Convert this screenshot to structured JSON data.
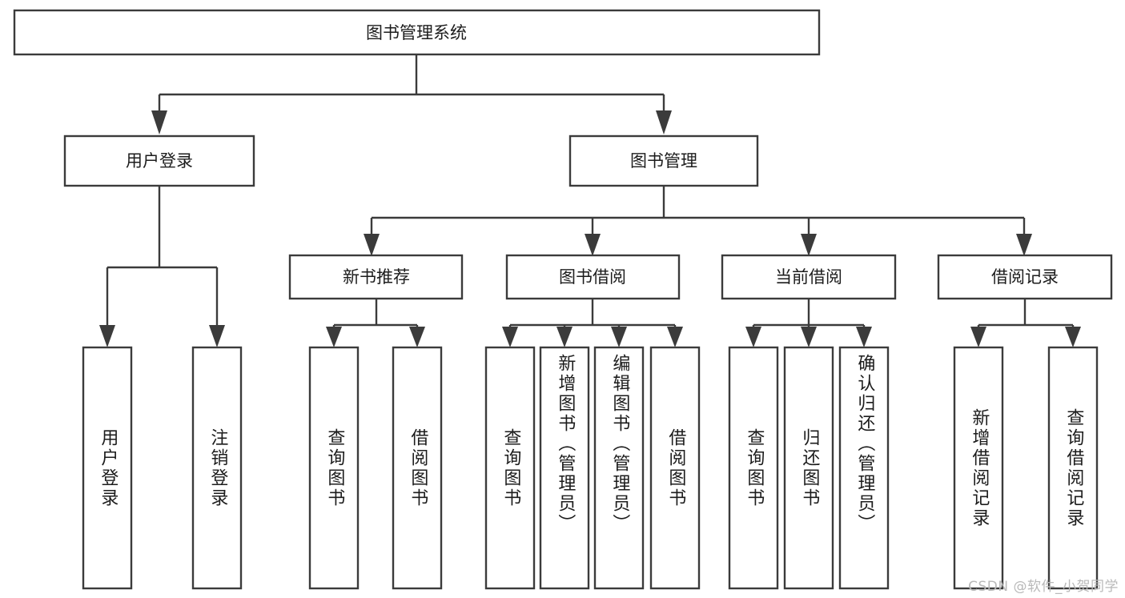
{
  "diagram": {
    "type": "tree-hierarchy-diagram",
    "title": "图书管理系统",
    "background_color": "#ffffff",
    "line_color": "#3b3b3b",
    "text_color": "#1c1c1c",
    "root": {
      "label": "图书管理系统",
      "orientation": "horizontal"
    },
    "level2": [
      {
        "label": "用户登录",
        "orientation": "horizontal"
      },
      {
        "label": "图书管理",
        "orientation": "horizontal"
      }
    ],
    "level3": [
      {
        "label": "新书推荐",
        "orientation": "horizontal"
      },
      {
        "label": "图书借阅",
        "orientation": "horizontal"
      },
      {
        "label": "当前借阅",
        "orientation": "horizontal"
      },
      {
        "label": "借阅记录",
        "orientation": "horizontal"
      }
    ],
    "leaves": {
      "user_login": [
        {
          "label": "用户登录",
          "orientation": "vertical"
        },
        {
          "label": "注销登录",
          "orientation": "vertical"
        }
      ],
      "new_book_recommend": [
        {
          "label": "查询图书",
          "orientation": "vertical"
        },
        {
          "label": "借阅图书",
          "orientation": "vertical"
        }
      ],
      "book_borrow": [
        {
          "label": "查询图书",
          "orientation": "vertical"
        },
        {
          "label": "新增图书（管理员）",
          "orientation": "vertical"
        },
        {
          "label": "编辑图书（管理员）",
          "orientation": "vertical"
        },
        {
          "label": "借阅图书",
          "orientation": "vertical"
        }
      ],
      "current_borrow": [
        {
          "label": "查询图书",
          "orientation": "vertical"
        },
        {
          "label": "归还图书",
          "orientation": "vertical"
        },
        {
          "label": "确认归还（管理员）",
          "orientation": "vertical"
        }
      ],
      "borrow_record": [
        {
          "label": "新增借阅记录",
          "orientation": "vertical"
        },
        {
          "label": "查询借阅记录",
          "orientation": "vertical"
        }
      ]
    }
  },
  "watermark": {
    "text": "CSDN @软件_小贺同学"
  }
}
